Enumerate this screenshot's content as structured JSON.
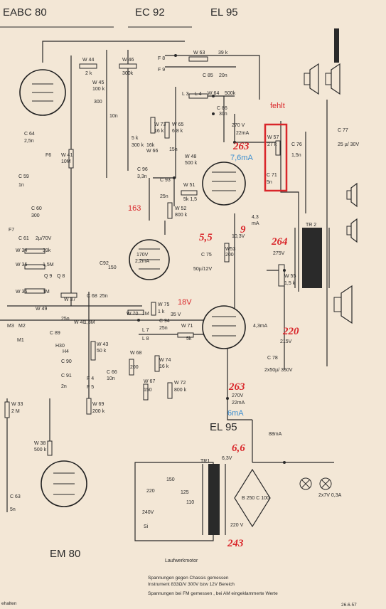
{
  "headers": {
    "eabc80": "EABC 80",
    "ec92": "EC 92",
    "el95_top": "EL 95",
    "el95_bottom": "EL 95",
    "em80": "EM 80"
  },
  "component_labels": {
    "w44": "W 44",
    "w44_val": "2 k",
    "w46": "W 46",
    "w46_val": "300k",
    "w45": "W 45",
    "w45_val": "100 k",
    "w63": "W 63",
    "w63_val": "39 k",
    "c85": "C 85",
    "c85_val": "20n",
    "w64": "W 64",
    "w64_val": "500k",
    "c86": "C 86",
    "c86_val": "30n",
    "w73": "W 73",
    "w73_val": "16 k",
    "w65": "W 65",
    "w65_val": "6,8 k",
    "w66": "W 66",
    "w48": "W 48",
    "w48_val": "500 k",
    "w41": "W 41",
    "w41_val": "10M",
    "c96": "C 96",
    "c96_val": "3,3n",
    "w51": "W 51",
    "w51_val": "5k 1,5",
    "w52": "W 52",
    "w52_val": "800 k",
    "w57": "W 57",
    "w57_val": "27 k",
    "c71": "C 71",
    "c71_val": "5n",
    "c76": "C 76",
    "c76_val": "1,5n",
    "c77": "C 77",
    "c77_val": "25 µ/ 30V",
    "tr2": "TR 2",
    "w53": "W53",
    "w53_val": "200",
    "c75": "C 75",
    "c75_val": "50µ/12V",
    "w55": "W 55",
    "w55_val": "1,5 k",
    "w75": "W 75",
    "w75_val": "1 k",
    "w70": "W 70",
    "w70_val": "1M",
    "w71": "W 71",
    "w71_val": "5k",
    "w68": "W 68",
    "w68_val": "200",
    "w74": "W 74",
    "w74_val": "16 k",
    "w67": "W 67",
    "w67_val": "150",
    "w72": "W 72",
    "w72_val": "800 k",
    "w43": "W 43",
    "w43_val": "50 k",
    "c78": "C 78",
    "c78_val": "2x50µ/ 350V",
    "w49": "W 49",
    "w40": "W 40",
    "w37": "W 37",
    "w36": "W 36",
    "w35": "W 35",
    "w34": "W 34",
    "w33": "W 33",
    "w33_val": "2 M",
    "w38": "W 38",
    "w38_val": "500 k",
    "w69": "W 69",
    "w69_val": "200 k",
    "c60": "C 60",
    "c60_val": "300",
    "c61": "C 61",
    "c61_val": "2µ/70V",
    "c64": "C 64",
    "c64_val": "2,5n",
    "c59": "C 59",
    "c63": "C 63",
    "c63_val": "5n",
    "c92": "C92",
    "c92_val": "150",
    "c93": "C 93",
    "c94": "C 94",
    "c94_val": "25n",
    "c68": "C 68",
    "c68_val": "25n",
    "c66": "C 66",
    "c66_val": "10n",
    "c90": "C 90",
    "c91": "C 91",
    "c89": "C 89",
    "f6": "F6",
    "f7": "F7",
    "f8": "F 8",
    "f9": "F 9",
    "l3": "L 3",
    "l4": "L 4",
    "l7": "L 7",
    "l8": "L 8",
    "h4": "H4",
    "m1": "M1",
    "m2": "M2",
    "m3": "M3",
    "tr1": "TR1",
    "bridge": "B 250  C 100",
    "volt_170": "170V",
    "volt_22ma": "2,2mA",
    "volt_270_top": "270 V",
    "curr_22_top": "22mA",
    "volt_43": "4,3",
    "volt_43_ma": "mA",
    "volt_275": "275V",
    "volt_103": "10,3V",
    "volt_35": "35 V",
    "volt_215": "215V",
    "curr_43": "4,3mA",
    "volt_270_bot": "270V",
    "curr_22_bot": "22mA",
    "curr_88": "88mA",
    "volt_63": "6,3V",
    "volt_220": "220 V",
    "tap_220": "220",
    "tap_150": "150",
    "tap_125": "125",
    "tap_110": "110",
    "tap_240": "240V",
    "si": "Si",
    "lamp": "2x7V  0,3A",
    "q9": "Q 9",
    "q8": "Q 8",
    "n5_c59": "1n",
    "n300": "300",
    "n10n": "10n",
    "h30": "H30",
    "f4": "F 4",
    "f5": "F 5",
    "m39": "39k",
    "m15": "1,5M",
    "m1m": "1M",
    "m25": "25n",
    "m13": "1,3M",
    "m2n": "2n",
    "n5k": "5 k",
    "n300k": "300 k",
    "n15n": "15n",
    "n16k": "16k",
    "n25n_c63": "25n"
  },
  "annotations": {
    "fehlt": "fehlt",
    "v263_top": "263",
    "ma76": "7,6mA",
    "v163": "163",
    "v55": "5,5",
    "v9": "9",
    "v264": "264",
    "v18": "18V",
    "v220": "220",
    "v263_bot": "263",
    "ma6": "6mA",
    "v66": "6,6",
    "v243": "243"
  },
  "footer": {
    "laufwerkmotor": "Laufwerkmotor",
    "line1": "Spannungen gegen Chassis gemessen",
    "line2": "Instrument 833Ω/V    300V  bzw 12V Bereich",
    "line3": "Spannungen bei FM gemessen , bei AM eingeklammerte Werte",
    "date": "26.6.57",
    "left": "ehalten"
  }
}
